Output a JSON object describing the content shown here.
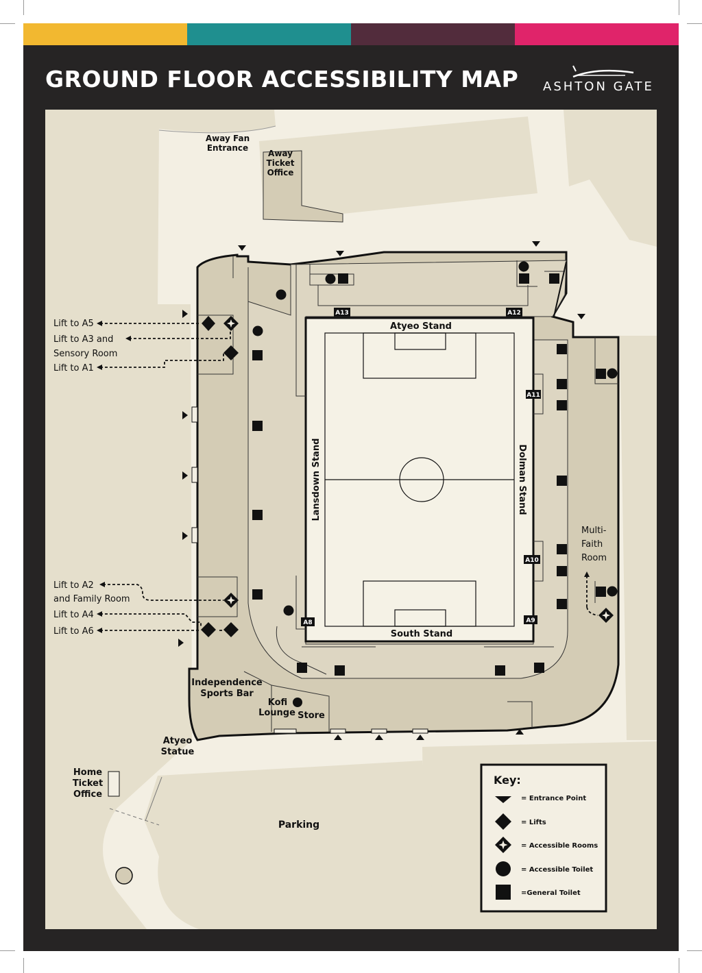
{
  "header": {
    "title": "GROUND FLOOR ACCESSIBILITY MAP",
    "brand": "ASHTON GATE",
    "strip_colors": [
      "#f2b830",
      "#1f8f8f",
      "#522c3c",
      "#e0246a"
    ],
    "panel_color": "#262424"
  },
  "map": {
    "colors": {
      "ground": "#e5dfcc",
      "paper": "#f3efe3",
      "stand": "#d4ccb5",
      "pitch": "#f5f2e6",
      "ink": "#111111"
    },
    "places": {
      "away_fan_1": "Away Fan",
      "away_fan_2": "Entrance",
      "away_ticket_1": "Away",
      "away_ticket_2": "Ticket",
      "away_ticket_3": "Office",
      "atyeo_stand": "Atyeo Stand",
      "lansdown_stand": "Lansdown Stand",
      "dolman_stand": "Dolman Stand",
      "south_stand": "South Stand",
      "multi_1": "Multi-",
      "multi_2": "Faith",
      "multi_3": "Room",
      "indep_1": "Independence",
      "indep_2": "Sports Bar",
      "kofi_1": "Kofi",
      "kofi_2": "Lounge",
      "store": "Store",
      "statue_1": "Atyeo",
      "statue_2": "Statue",
      "home_ticket_1": "Home",
      "home_ticket_2": "Ticket",
      "home_ticket_3": "Office",
      "parking": "Parking"
    },
    "gates": {
      "a13": "A13",
      "a12": "A12",
      "a11": "A11",
      "a10": "A10",
      "a9": "A9",
      "a8": "A8"
    },
    "lift_labels": {
      "a5": "Lift to A5",
      "a3_1": "Lift to A3 and",
      "a3_2": "Sensory Room",
      "a1": "Lift to A1",
      "a2_1": "Lift to A2",
      "a2_2": "and Family Room",
      "a4": "Lift to A4",
      "a6": "Lift to A6"
    }
  },
  "key": {
    "title": "Key:",
    "items": [
      {
        "icon": "entrance-point-icon",
        "label": "= Entrance Point"
      },
      {
        "icon": "lift-icon",
        "label": "= Lifts"
      },
      {
        "icon": "accessible-room-icon",
        "label": "= Accessible Rooms"
      },
      {
        "icon": "accessible-toilet-icon",
        "label": "= Accessible Toilet"
      },
      {
        "icon": "general-toilet-icon",
        "label": "=General Toilet"
      }
    ]
  }
}
